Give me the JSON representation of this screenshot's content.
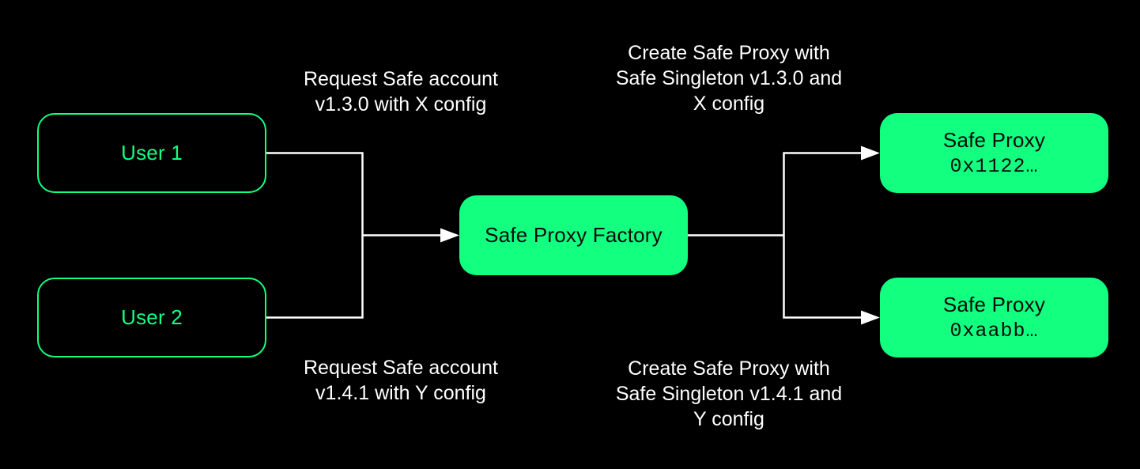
{
  "colors": {
    "background": "#000000",
    "green": "#12FF80",
    "line": "#FFFFFF",
    "text_light": "#FFFFFF",
    "text_dark": "#0B0B0B"
  },
  "nodes": {
    "user1": {
      "label": "User 1"
    },
    "user2": {
      "label": "User 2"
    },
    "factory": {
      "label": "Safe Proxy Factory"
    },
    "proxy1": {
      "title": "Safe Proxy",
      "address": "0x1122…"
    },
    "proxy2": {
      "title": "Safe Proxy",
      "address": "0xaabb…"
    }
  },
  "annotations": {
    "request_top": "Request Safe account\nv1.3.0 with X config",
    "create_top": "Create Safe Proxy with\nSafe Singleton v1.3.0 and\nX config",
    "request_bottom": "Request Safe account\nv1.4.1 with Y config",
    "create_bottom": "Create Safe Proxy with\nSafe Singleton v1.4.1 and\nY config"
  }
}
